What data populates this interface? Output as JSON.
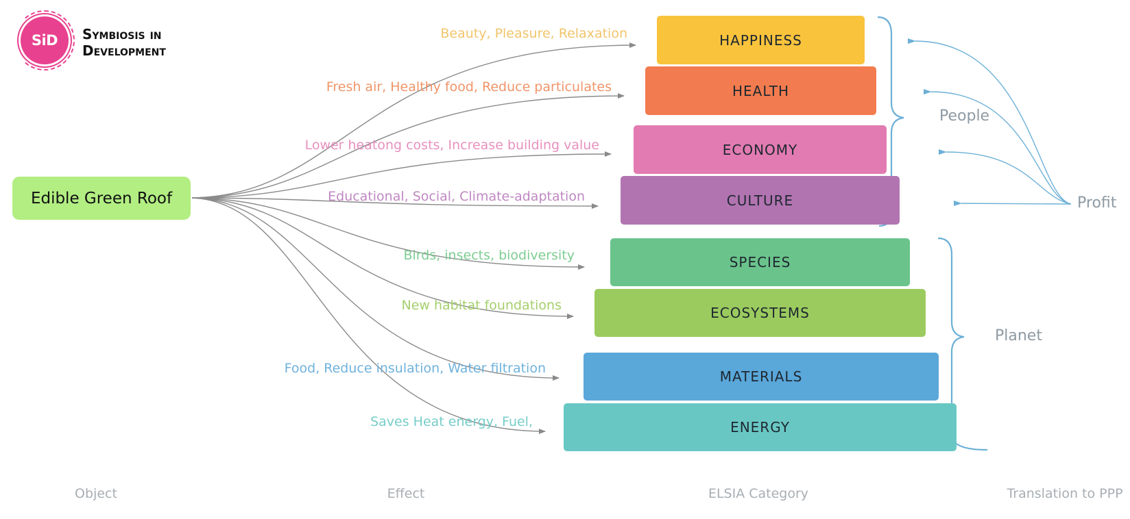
{
  "logo": {
    "mark": "SiD",
    "line1": "Symbiosis in",
    "line2": "Development",
    "color": "#e8418f"
  },
  "object": {
    "label": "Edible Green Roof",
    "color": "#b2ee82"
  },
  "connector_color": "#8a8a8a",
  "brace_color": "#6cb0d6",
  "effects": [
    {
      "label": "Beauty, Pleasure, Relaxation",
      "color": "#f1c46c"
    },
    {
      "label": "Fresh air,  Healthy food, Reduce particulates",
      "color": "#ef9569"
    },
    {
      "label": "Lower heatong costs, Increase building value",
      "color": "#e890bf"
    },
    {
      "label": "Educational, Social, Climate-adaptation",
      "color": "#bf88c2"
    },
    {
      "label": "Birds, insects, biodiversity",
      "color": "#7ecc92"
    },
    {
      "label": "New habitat foundations",
      "color": "#a5cf6d"
    },
    {
      "label": "Food, Reduce insulation, Water filtration",
      "color": "#6fb2dc"
    },
    {
      "label": "Saves Heat energy,  Fuel,",
      "color": "#76cdc9"
    }
  ],
  "categories": [
    {
      "label": "HAPPINESS",
      "color": "#f9c33c"
    },
    {
      "label": "HEALTH",
      "color": "#f27c4f"
    },
    {
      "label": "ECONOMY",
      "color": "#e27bb1"
    },
    {
      "label": "CULTURE",
      "color": "#b274b1"
    },
    {
      "label": "SPECIES",
      "color": "#6ac38b"
    },
    {
      "label": "ECOSYSTEMS",
      "color": "#9bcb5e"
    },
    {
      "label": "MATERIALS",
      "color": "#5aa7da"
    },
    {
      "label": "ENERGY",
      "color": "#69c7c3"
    }
  ],
  "ppp": {
    "people": "People",
    "planet": "Planet",
    "profit": "Profit"
  },
  "columns": {
    "object": "Object",
    "effect": "Effect",
    "category": "ELSIA Category",
    "translation": "Translation to PPP"
  }
}
